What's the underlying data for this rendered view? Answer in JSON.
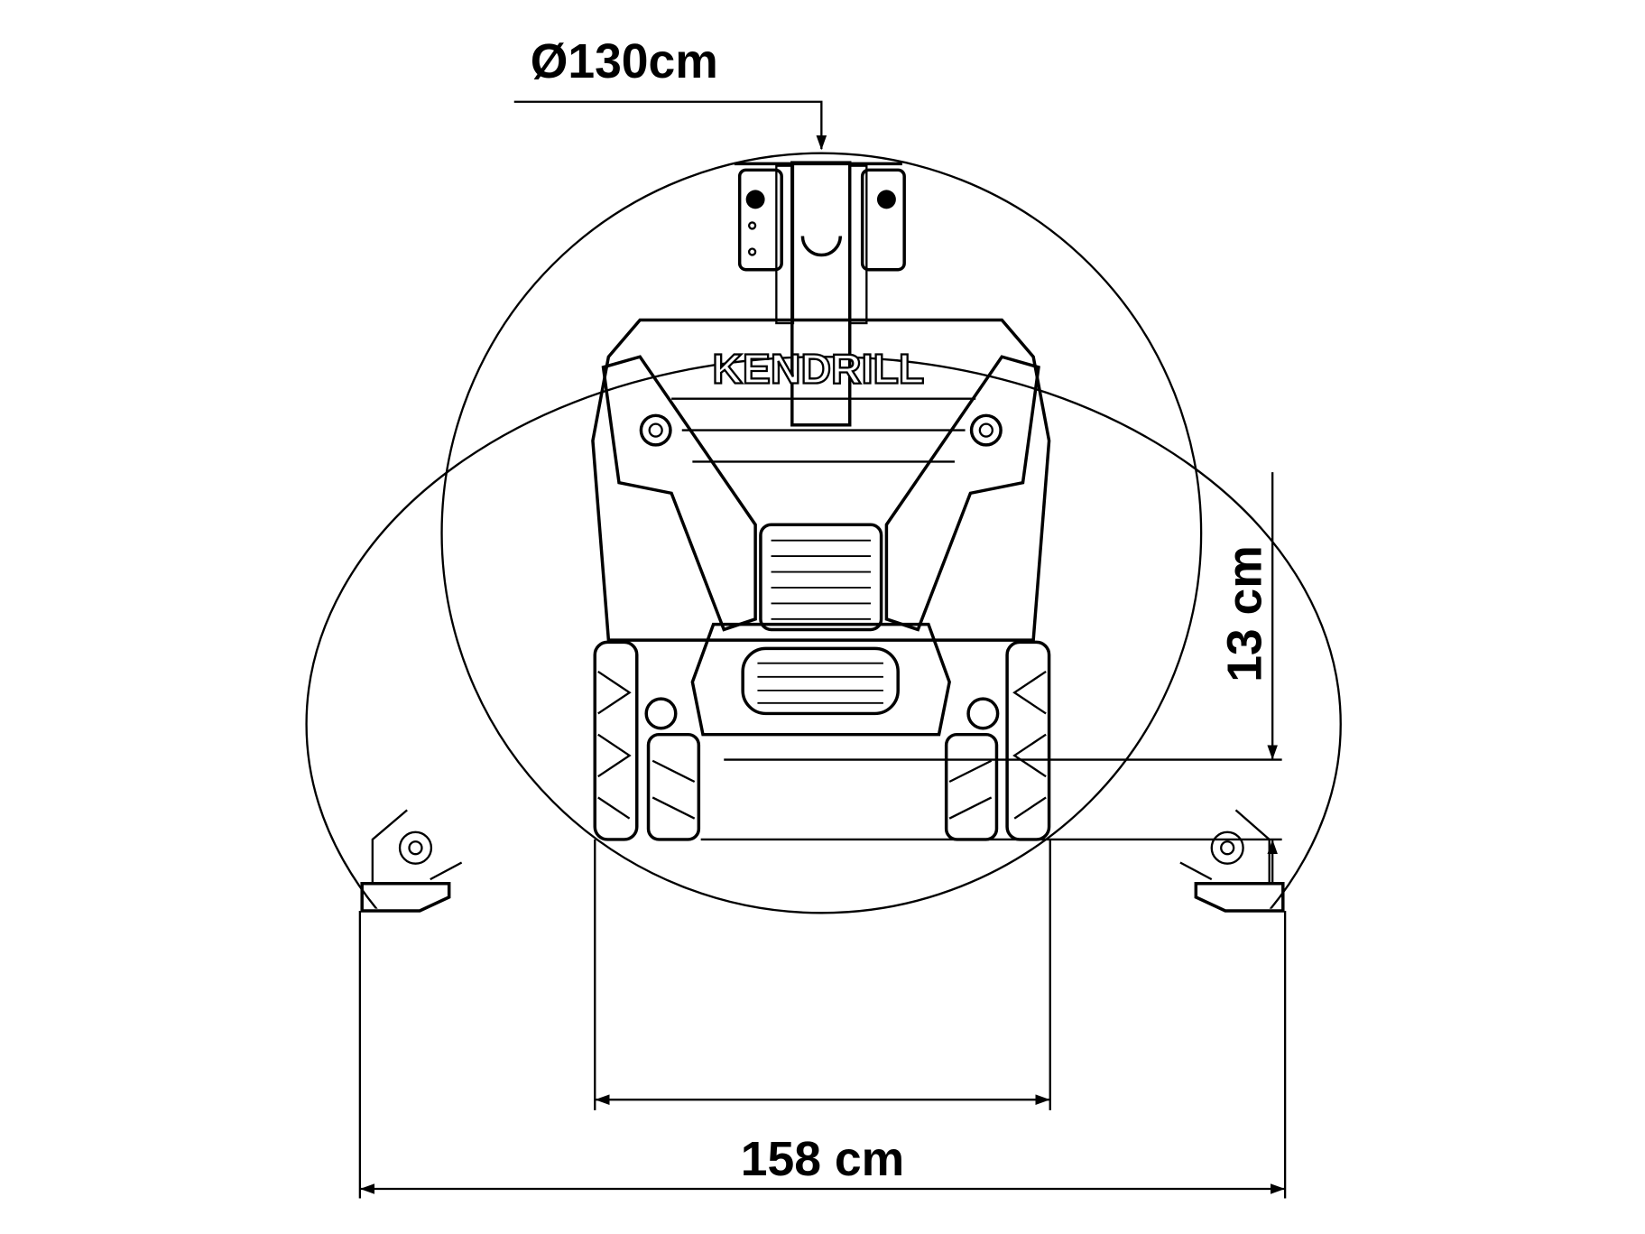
{
  "diagram": {
    "brand_logo": "KENDRILL",
    "dimensions": {
      "turning_diameter": "Ø130cm",
      "overall_width": "158 cm",
      "ground_clearance": "13 cm"
    },
    "colors": {
      "line": "#000000",
      "background": "#ffffff"
    }
  }
}
